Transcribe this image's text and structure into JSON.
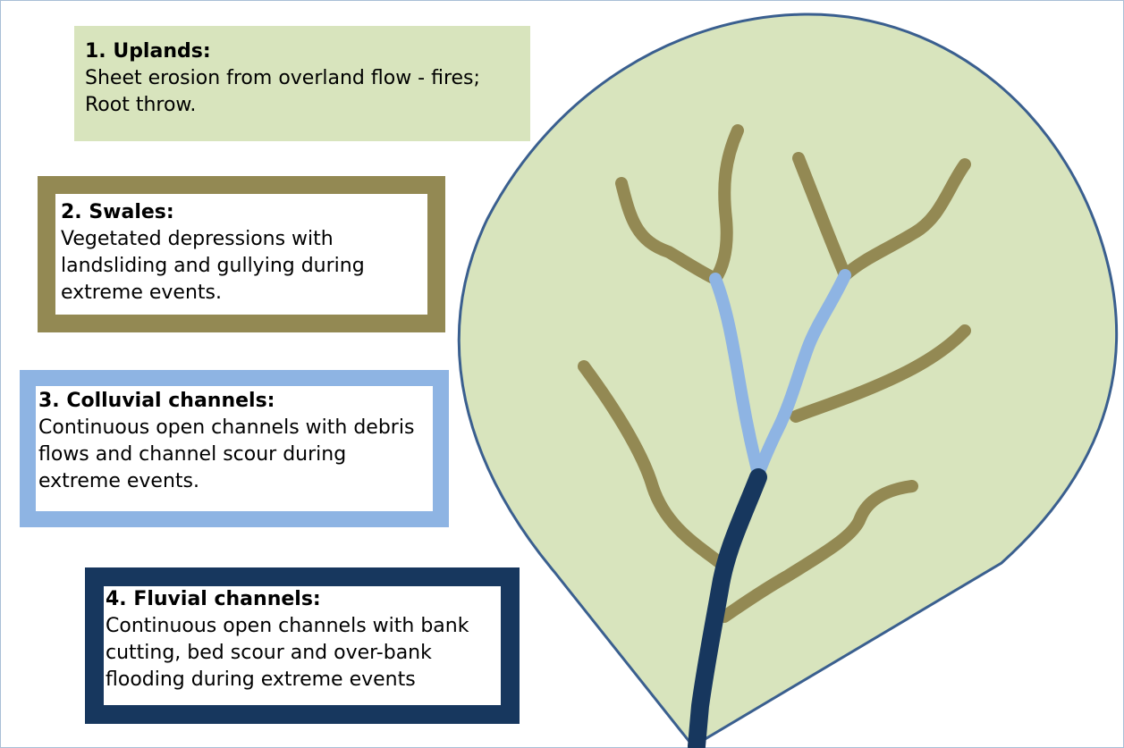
{
  "zones": [
    {
      "title": "1. Uplands:",
      "text": "Sheet erosion from overland flow - fires; Root throw."
    },
    {
      "title": "2. Swales:",
      "text": "Vegetated depressions with landsliding and gullying during extreme events."
    },
    {
      "title": "3. Colluvial channels:",
      "text": "Continuous open channels with debris flows and channel scour during extreme events."
    },
    {
      "title": "4. Fluvial channels:",
      "text": "Continuous open channels with bank cutting, bed scour and over-bank flooding during extreme events"
    }
  ],
  "colors": {
    "uplands_fill": "#d8e4bd",
    "swale": "#938953",
    "colluvial": "#8eb4e3",
    "fluvial": "#17375e",
    "basin_outline": "#3a5f8f"
  }
}
